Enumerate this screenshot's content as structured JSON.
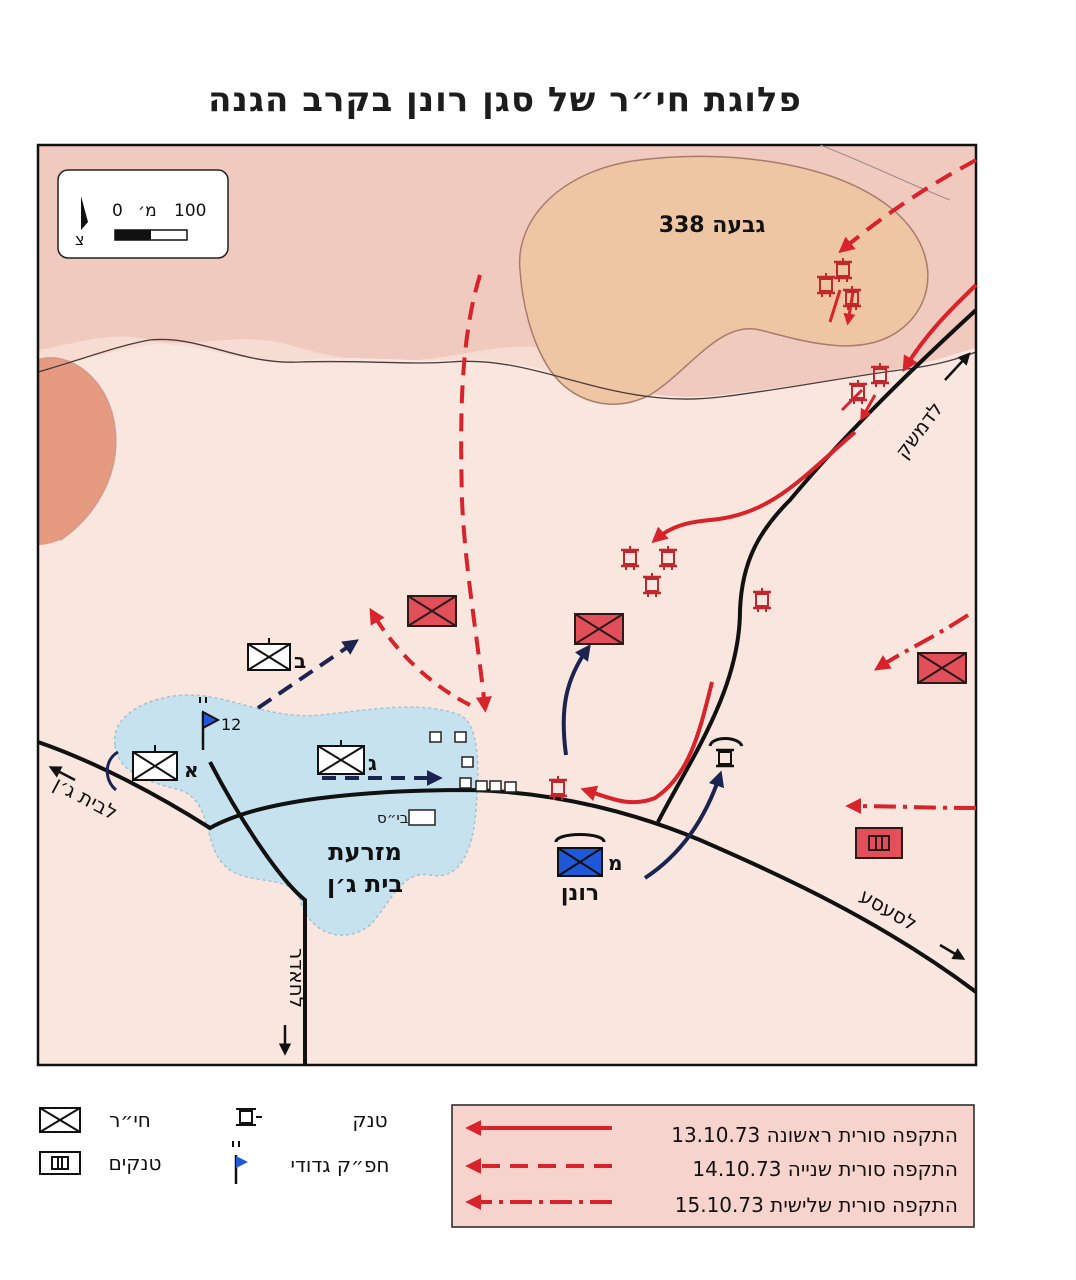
{
  "title": "פלוגת חי״ר של סגן רונן בקרב הגנה",
  "scale": {
    "north": "צ",
    "zero": "0",
    "unit": "מ׳",
    "hundred": "100"
  },
  "places": {
    "hill": "גבעה 338",
    "farm_line1": "מזרעת",
    "farm_line2": "בית ג׳ן",
    "to_damascus": "לדמשק",
    "to_beit_jann": "לבית ג׳ן",
    "to_sasa": "לסעסע",
    "to_hader": "לחאדר",
    "hq_label": "רונן",
    "hq_letter": "מ",
    "school": "בי״ס",
    "flag_number": "12",
    "unit_a": "א",
    "unit_b": "ב",
    "unit_g": "ג"
  },
  "legend": {
    "infantry": "חי״ר",
    "tanks": "טנקים",
    "tank": "טנק",
    "hq": "חפ״ק גדודי",
    "attack1": "התקפה סורית ראשונה 13.10.73",
    "attack2": "התקפה סורית שנייה 14.10.73",
    "attack3": "התקפה סורית שלישית 15.10.73"
  },
  "colors": {
    "syrian": "#d8232a",
    "israeli": "#1b2451",
    "hq_fill": "#1f58d8",
    "enemy_unit": "#e24f5a"
  }
}
